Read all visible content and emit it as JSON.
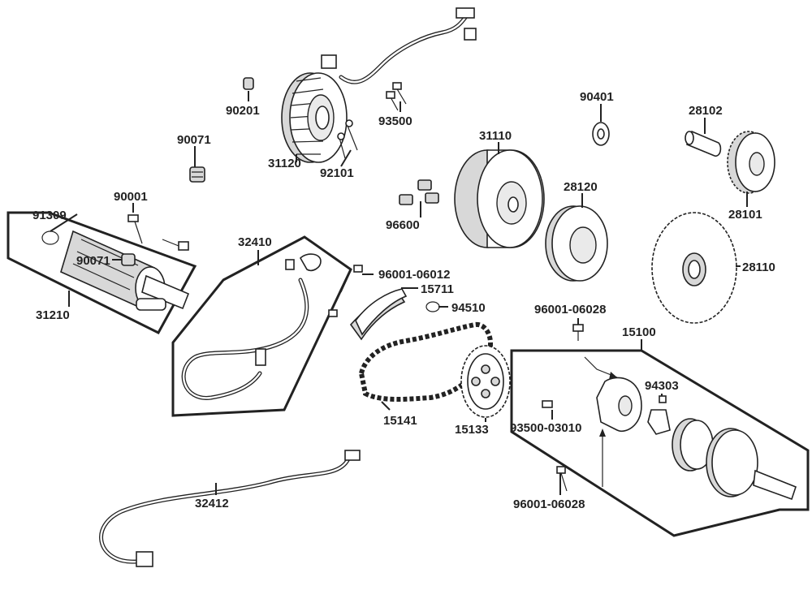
{
  "labels": {
    "p90201": "90201",
    "p31120": "31120",
    "p93500": "93500",
    "p92101": "92101",
    "p90071a": "90071",
    "p90401": "90401",
    "p28102": "28102",
    "p31110": "31110",
    "p28120": "28120",
    "p28101": "28101",
    "p96600": "96600",
    "p90001": "90001",
    "p91309": "91309",
    "p90071b": "90071",
    "p31210": "31210",
    "p32410": "32410",
    "p96001_06012": "96001-06012",
    "p15711": "15711",
    "p94510": "94510",
    "p28110": "28110",
    "p96001_06028a": "96001-06028",
    "p15100": "15100",
    "p94303": "94303",
    "p93500_03010": "93500-03010",
    "p15141": "15141",
    "p15133": "15133",
    "p32412": "32412",
    "p96001_06028b": "96001-06028"
  }
}
